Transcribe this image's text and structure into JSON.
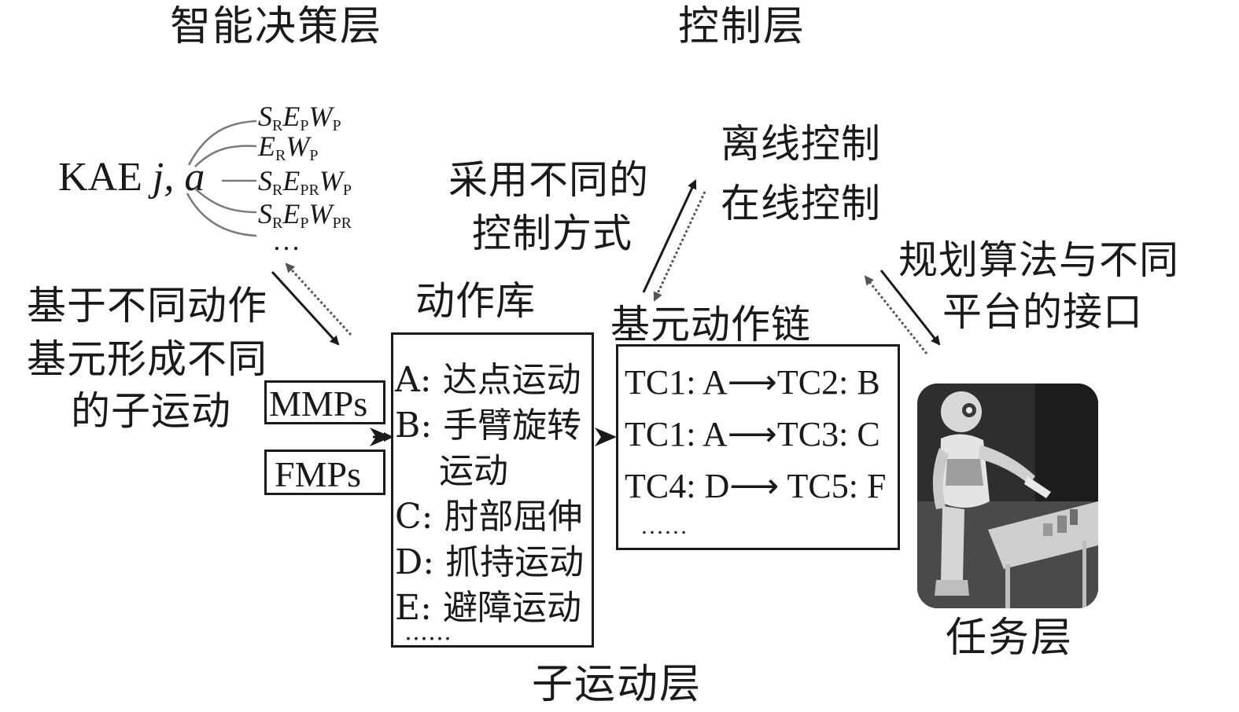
{
  "layers": {
    "decision": "智能决策层",
    "control": "控制层",
    "submotion": "子运动层",
    "task": "任务层"
  },
  "kae": {
    "label": "KAE",
    "vars": "j, a",
    "combos": [
      {
        "parts": [
          [
            "S",
            "R"
          ],
          [
            "E",
            "P"
          ],
          [
            "W",
            "P"
          ]
        ]
      },
      {
        "parts": [
          [
            "E",
            "R"
          ],
          [
            "W",
            "P"
          ]
        ]
      },
      {
        "parts": [
          [
            "S",
            "R"
          ],
          [
            "E",
            "PR"
          ],
          [
            "W",
            "P"
          ]
        ]
      },
      {
        "parts": [
          [
            "S",
            "R"
          ],
          [
            "E",
            "P"
          ],
          [
            "W",
            "PR"
          ]
        ]
      }
    ],
    "ellipsis": "…"
  },
  "notes": {
    "submotion_note": [
      "基于不同动作",
      "基元形成不同",
      "的子运动"
    ],
    "control_note": [
      "采用不同的",
      "控制方式"
    ],
    "control_modes": [
      "离线控制",
      "在线控制"
    ],
    "interface_note": [
      "规划算法与不同",
      "平台的接口"
    ]
  },
  "primitives": {
    "mmps": "MMPs",
    "fmps": "FMPs"
  },
  "library": {
    "title": "动作库",
    "items": [
      {
        "key": "A:",
        "text": "达点运动"
      },
      {
        "key": "B:",
        "text": "手臂旋转"
      },
      {
        "key": "",
        "text": "运动"
      },
      {
        "key": "C:",
        "text": "肘部屈伸"
      },
      {
        "key": "D:",
        "text": "抓持运动"
      },
      {
        "key": "E:",
        "text": "避障运动"
      }
    ],
    "ellipsis": "……"
  },
  "chain": {
    "title": "基元动作链",
    "items": [
      "TC1: A⟶TC2: B",
      "TC1: A⟶TC3: C",
      "TC4: D⟶ TC5: F"
    ],
    "ellipsis": "……"
  },
  "robot_photo": {
    "icon": "humanoid-robot-photo"
  }
}
